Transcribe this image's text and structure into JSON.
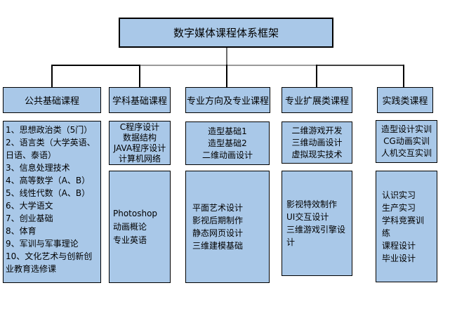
{
  "title": "数字媒体课程体系框架",
  "colors": {
    "background": "#FFFFFF",
    "box_fill": "#A9C8E8",
    "box_border": "#000000",
    "connector": "#000000",
    "connector_light": "#9A9A9A"
  },
  "columns": [
    {
      "header": "公共基础课程",
      "boxes": [
        {
          "items": [
            "1、思想政治类（5门）",
            "2、语言类（大学英语、日语、泰语）",
            "3、信息处理技术",
            "4、高等数学（A、B）",
            "5、线性代数（A、B）",
            "6、大学语文",
            "7、创业基础",
            "8、体育",
            "9、军训与军事理论",
            "10、文化艺术与创新创业教育选修课"
          ]
        }
      ]
    },
    {
      "header": "学科基础课程",
      "boxes": [
        {
          "items": [
            "C程序设计",
            "数据结构",
            "JAVA程序设计",
            "计算机网络"
          ]
        },
        {
          "items": [
            "Photoshop",
            "动画概论",
            "专业英语"
          ]
        }
      ]
    },
    {
      "header": "专业方向及专业课程",
      "boxes": [
        {
          "items": [
            "造型基础1",
            "造型基础2",
            "二维动画设计"
          ]
        },
        {
          "items": [
            "平面艺术设计",
            "影视后期制作",
            "静态网页设计",
            "三维建模基础"
          ]
        }
      ]
    },
    {
      "header": "专业扩展类课程",
      "boxes": [
        {
          "items": [
            "二维游戏开发",
            "三维动画设计",
            "虚拟现实技术"
          ]
        },
        {
          "items": [
            "影视特效制作",
            "UI交互设计",
            "三维游戏引擎设计"
          ]
        }
      ]
    },
    {
      "header": "实践类课程",
      "boxes": [
        {
          "items": [
            "造型设计实训",
            "CG动画实训",
            "人机交互实训"
          ]
        },
        {
          "items": [
            "认识实习",
            "生产实习",
            "学科竞赛训练",
            "课程设计",
            "毕业设计"
          ]
        }
      ]
    }
  ]
}
